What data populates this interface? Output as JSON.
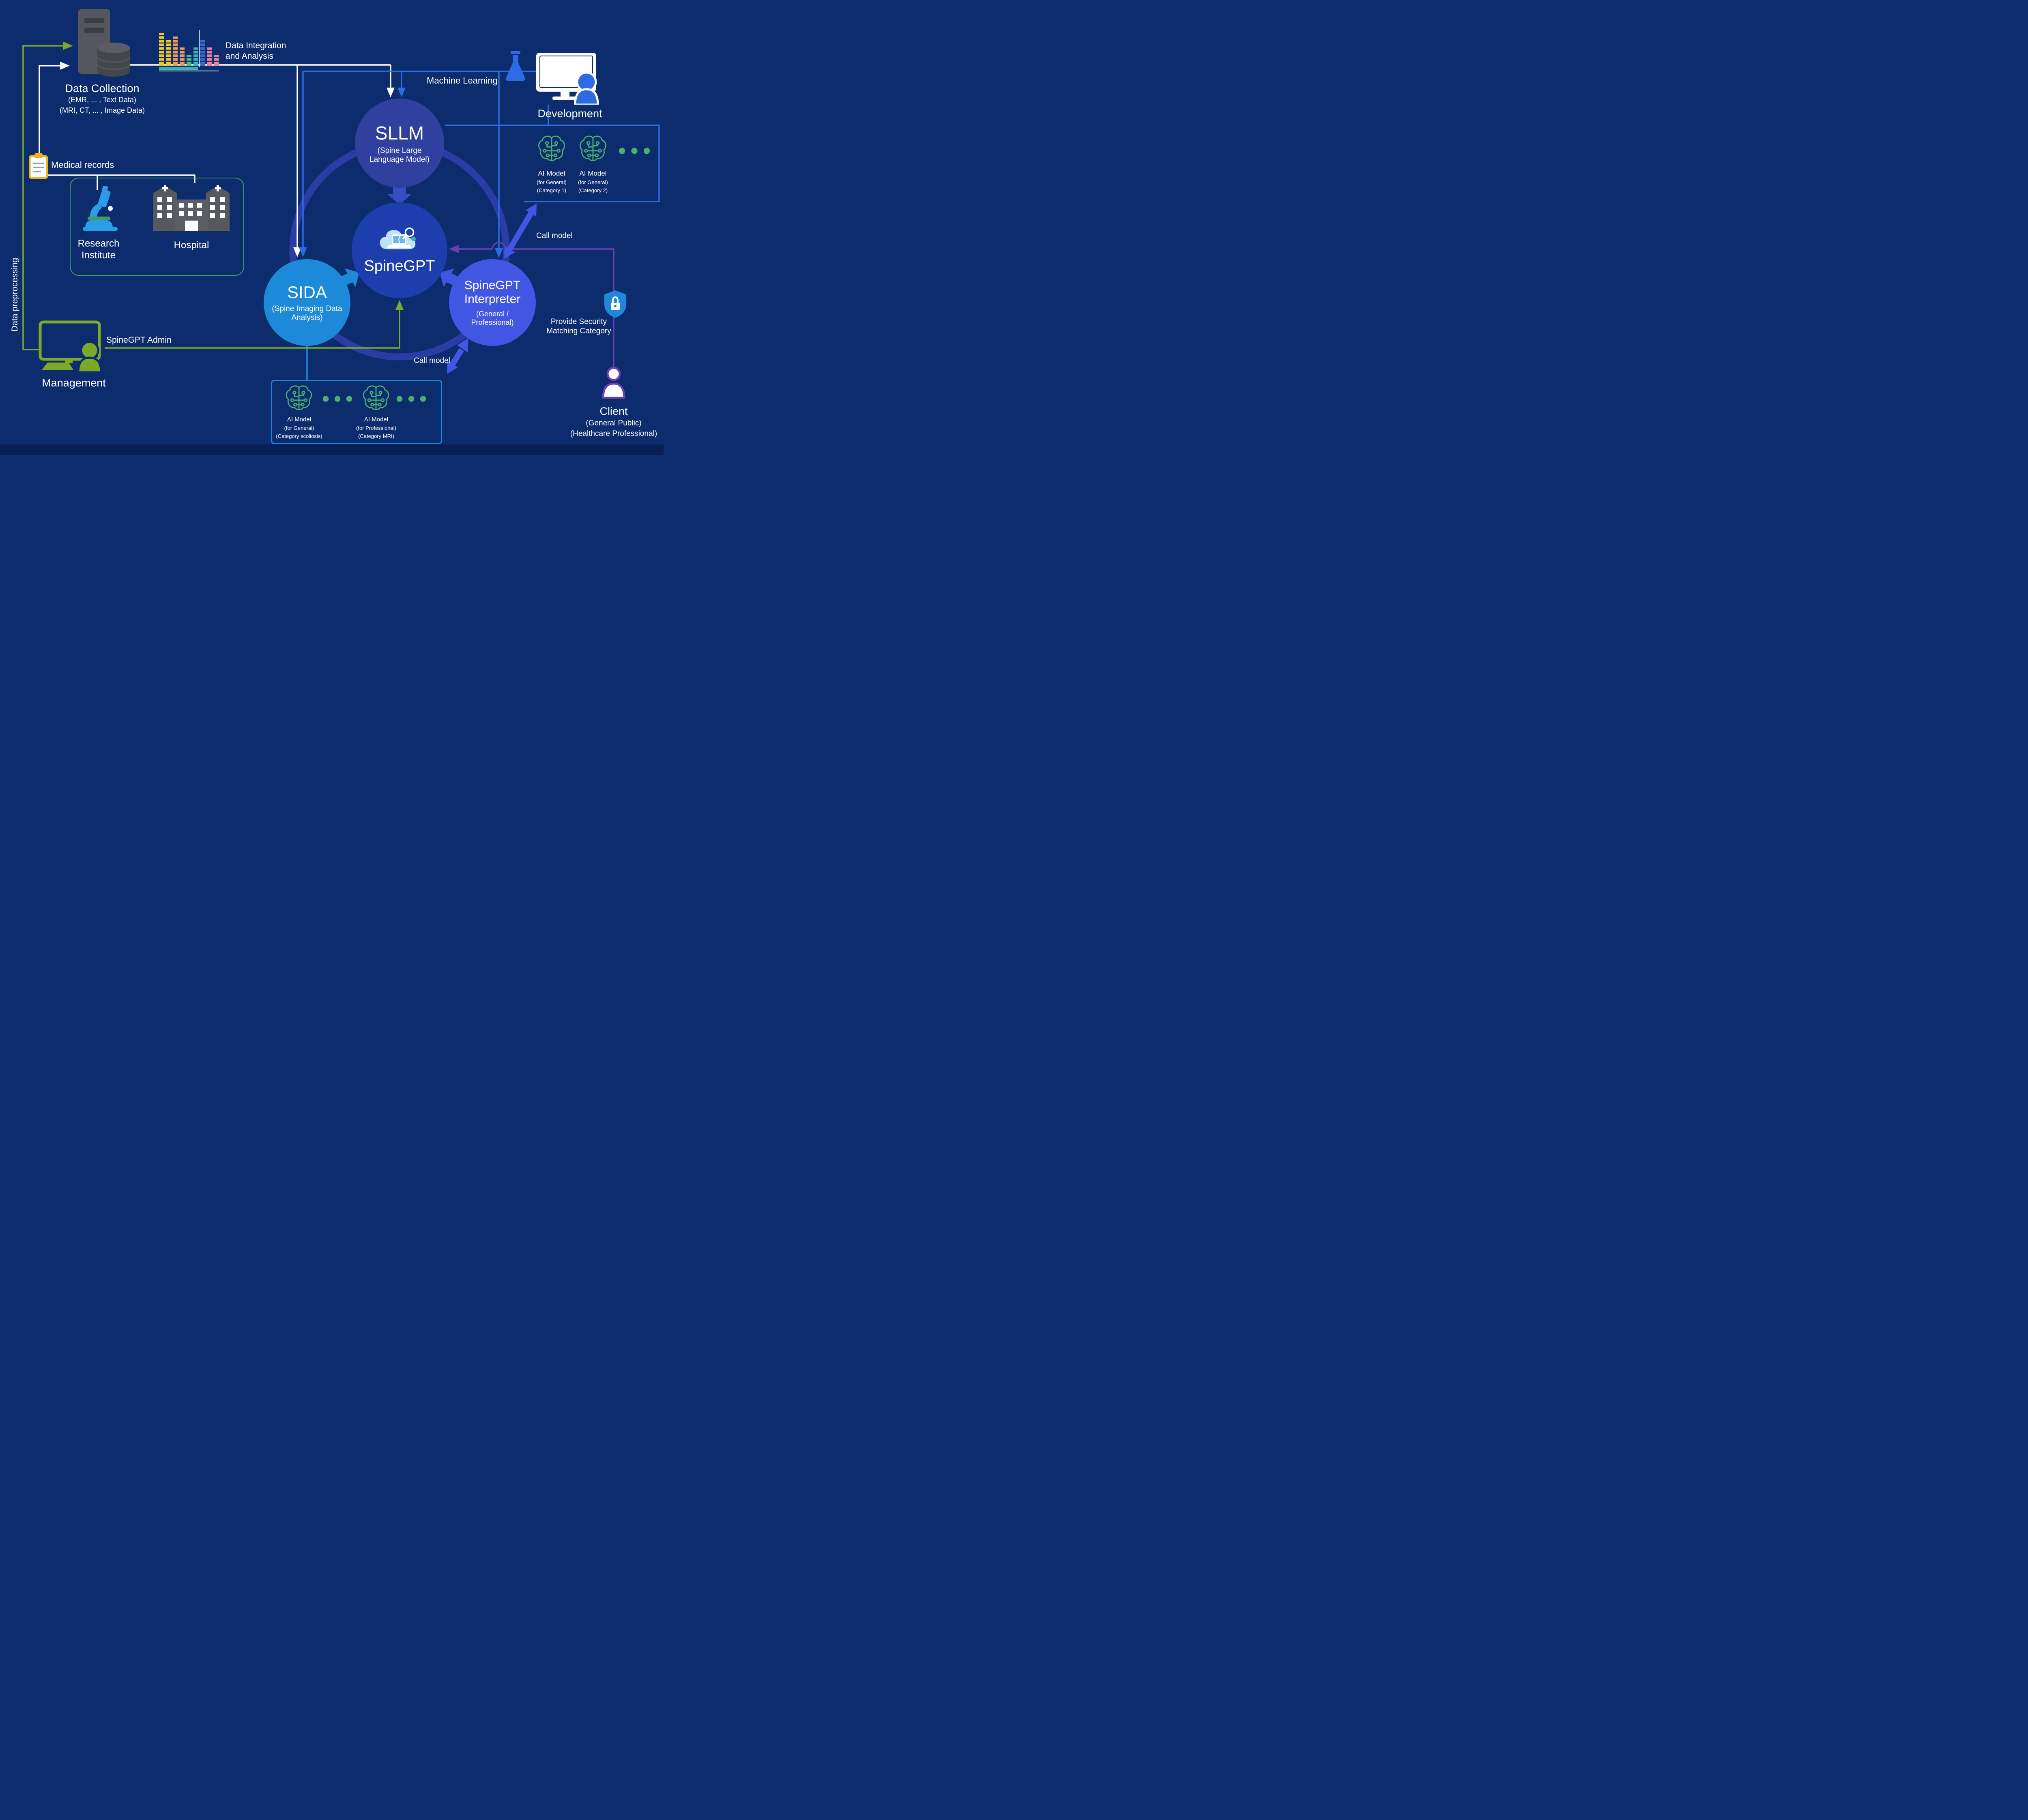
{
  "colors": {
    "background": "#0c2c6e",
    "bottom_band": "#081f55",
    "sllm_circle": "#2f409f",
    "spinegpt_circle": "#1d3fae",
    "sida_circle": "#1d8ad9",
    "interpreter_circle": "#4156e2",
    "ring": "#2b3da5",
    "data_flow_white": "#ffffff",
    "machine_learning_blue": "#2d6be2",
    "admin_green": "#7aaa28",
    "ai_model_green": "#4caf6e",
    "client_purple": "#6a3fb5",
    "model_box_blue": "#1e88d9",
    "institution_box_green": "#3f9e63"
  },
  "data_collection": {
    "title": "Data Collection",
    "sub1": "(EMR, ... , Text Data)",
    "sub2": "(MRI, CT, ... , Image Data)"
  },
  "data_integration": {
    "label": "Data Integration and Analysis"
  },
  "machine_learning": {
    "label": "Machine Learning"
  },
  "development": {
    "label": "Development"
  },
  "sllm": {
    "title": "SLLM",
    "subtitle": "(Spine Large Language Model)"
  },
  "spinegpt": {
    "title": "SpineGPT"
  },
  "sida": {
    "title": "SIDA",
    "subtitle": "(Spine Imaging Data Analysis)"
  },
  "interpreter": {
    "title": "SpineGPT Interpreter",
    "subtitle": "(General / Professional)"
  },
  "medical_records": {
    "label": "Medical records"
  },
  "research_institute": {
    "label": "Research Institute"
  },
  "hospital": {
    "label": "Hospital"
  },
  "data_preprocessing": {
    "label": "Data preprocessing"
  },
  "management": {
    "label": "Management"
  },
  "admin": {
    "label": "SpineGPT Admin"
  },
  "call_model_right": {
    "label": "Call model"
  },
  "call_model_bottom": {
    "label": "Call model"
  },
  "security": {
    "label": "Provide Security Matching Category"
  },
  "client": {
    "title": "Client",
    "sub1": "(General Public)",
    "sub2": "(Healthcare Professional)"
  },
  "ai_models_right": [
    {
      "title": "AI Model",
      "sub1": "(for General)",
      "sub2": "(Category 1)"
    },
    {
      "title": "AI Model",
      "sub1": "(for General)",
      "sub2": "(Category 2)"
    }
  ],
  "ai_models_bottom": [
    {
      "title": "AI Model",
      "sub1": "(for General)",
      "sub2": "(Category scoliosis)"
    },
    {
      "title": "AI Model",
      "sub1": "(for Professional)",
      "sub2": "(Category MRI)"
    }
  ]
}
